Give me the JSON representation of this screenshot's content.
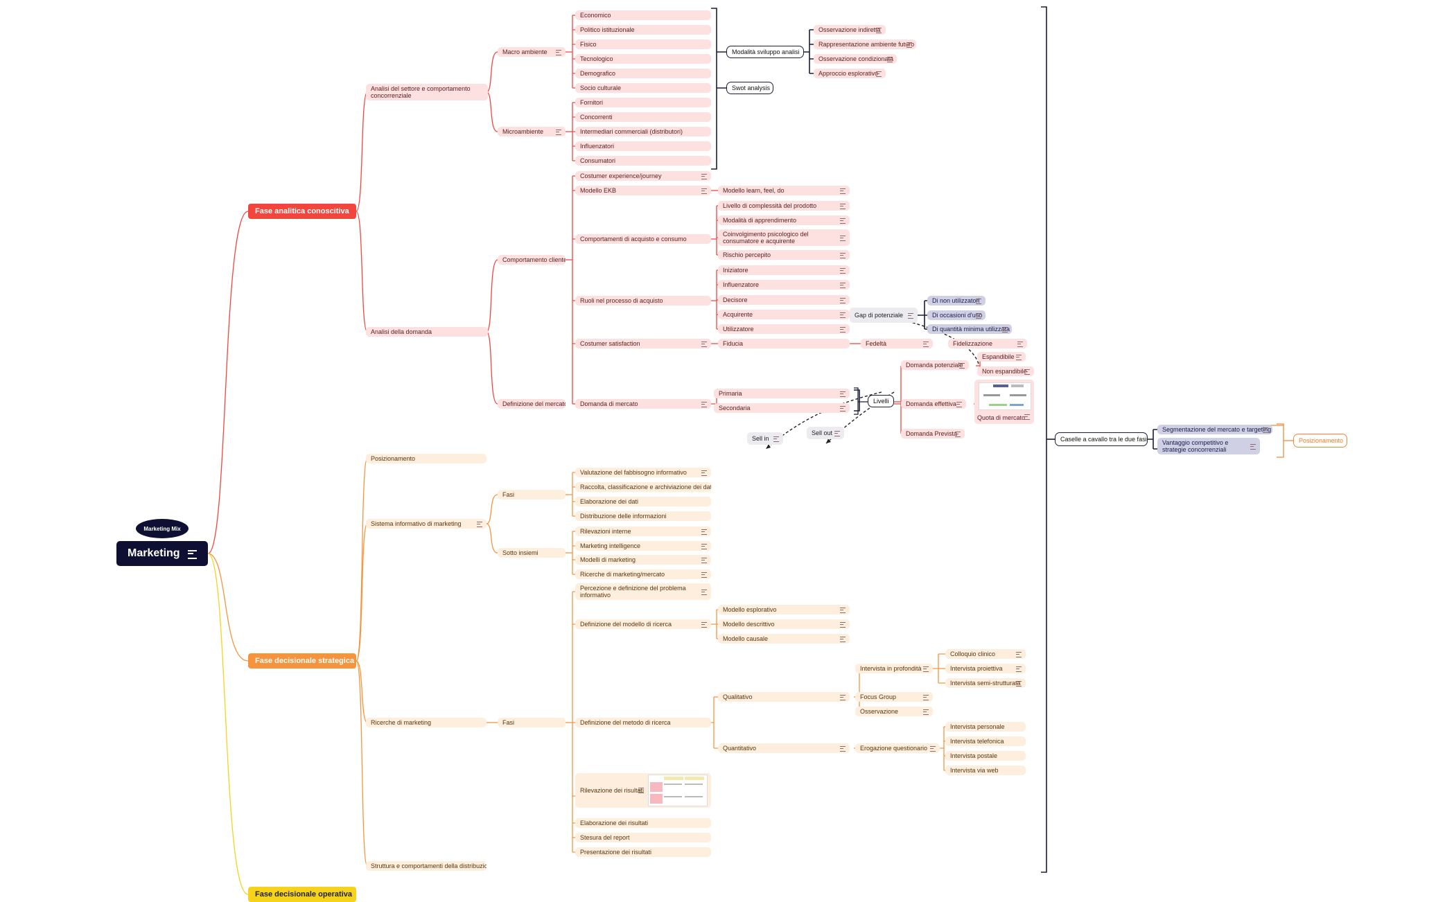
{
  "root": {
    "title": "Marketing",
    "callout": "Marketing Mix"
  },
  "phases": {
    "analitica": "Fase analitica conoscitiva",
    "strategica": "Fase decisionale strategica",
    "operativa": "Fase decisionale operativa"
  },
  "analitica": {
    "settore": "Analisi del settore e comportamento concorrenziale",
    "macro": "Macro ambiente",
    "macro_items": [
      "Economico",
      "Politico istituzionale",
      "Fisico",
      "Tecnologico",
      "Demografico",
      "Socio culturale"
    ],
    "micro": "Microambiente",
    "micro_items": [
      "Fornitori",
      "Concorrenti",
      "Intermediari commerciali (distributori)",
      "Influenzatori",
      "Consumatori"
    ],
    "modalita": "Modalità sviluppo analisi",
    "modalita_items": [
      "Osservazione indiretta",
      "Rappresentazione ambiente futuro",
      "Osservazione condizionata",
      "Approccio esplorativo"
    ],
    "swot": "Swot analysis",
    "domanda": "Analisi della domanda",
    "comportamento": "Comportamento cliente",
    "costumer_exp": "Costumer experience/journey",
    "ekb": "Modello EKB",
    "ekb_child": "Modello learn, feel, do",
    "acquisto": "Comportamenti di acquisto e consumo",
    "acquisto_items": [
      "Livello di complessità del prodotto",
      "Modalità di apprendimento",
      "Coinvolgimento psicologico del consumatore e acquirente",
      "Rischio percepito"
    ],
    "ruoli": "Ruoli nel processo di acquisto",
    "ruoli_items": [
      "Iniziatore",
      "Influenzatore",
      "Decisore",
      "Acquirente",
      "Utilizzatore"
    ],
    "satisfaction": "Costumer satisfaction",
    "fiducia": "Fiducia",
    "fedelta": "Fedeltà",
    "fidelizzazione": "Fidelizzazione",
    "cap": "Gap di potenziale",
    "cap_items": [
      "Di non utilizzatori",
      "Di occasioni d'uso",
      "Di quantità minima utilizzata"
    ],
    "definizione": "Definizione del mercato",
    "dom_mercato": "Domanda di mercato",
    "primaria": "Primaria",
    "secondaria": "Secondaria",
    "livelli": "Livelli",
    "dom_potenziale": "Domanda potenziale",
    "espandibile": "Espandibile",
    "non_espandibile": "Non espandibile",
    "dom_effettiva": "Domanda effettiva",
    "quota": "Quota di mercato",
    "dom_prevista": "Domanda Prevista",
    "sell_in": "Sell in",
    "sell_out": "Sell out"
  },
  "strategica": {
    "posizionamento": "Posizionamento",
    "sim": "Sistema informativo di marketing",
    "fasi": "Fasi",
    "fasi_items": [
      "Valutazione del fabbisogno informativo",
      "Raccolta, classificazione e archiviazione dei dati",
      "Elaborazione dei dati",
      "Distribuzione delle informazioni"
    ],
    "sotto": "Sotto insiemi",
    "sotto_items": [
      "Rilevazioni interne",
      "Marketing intelligence",
      "Modelli di marketing",
      "Ricerche di marketing/mercato"
    ],
    "ricerche": "Ricerche di marketing",
    "ric_fasi": "Fasi",
    "percezione": "Percezione e definizione del problema informativo",
    "def_modello": "Definizione del modello di ricerca",
    "modelli": [
      "Modello esplorativo",
      "Modello descrittivo",
      "Modello causale"
    ],
    "def_metodo": "Definizione del metodo di ricerca",
    "qualitativo": "Qualitativo",
    "intervista_prof": "Intervista in profondità",
    "prof_items": [
      "Colloquio clinico",
      "Intervista proiettiva",
      "Intervista semi-strutturata"
    ],
    "focus": "Focus Group",
    "osservazione": "Osservazione",
    "quantitativo": "Quantitativo",
    "erogazione": "Erogazione questionario",
    "erog_items": [
      "Intervista personale",
      "Intervista telefonica",
      "Intervista postale",
      "Intervista via web"
    ],
    "rilevazione": "Rilevazione dei risultati",
    "post_items": [
      "Elaborazione dei risultati",
      "Stesura del report",
      "Presentazione dei risultati"
    ],
    "struttura": "Struttura e comportamenti della distribuzione"
  },
  "right": {
    "caselle": "Caselle a cavallo tra le due fasi",
    "caselle_items": [
      "Segmentazione del mercato e targeting",
      "Vantaggio competitivo e strategie concorrenziali"
    ],
    "posizionamento": "Posizionamento"
  },
  "colors": {
    "red": "#f2453d",
    "orange": "#f5943c",
    "yellow": "#f5d21c",
    "navy": "#1b1c3a"
  }
}
